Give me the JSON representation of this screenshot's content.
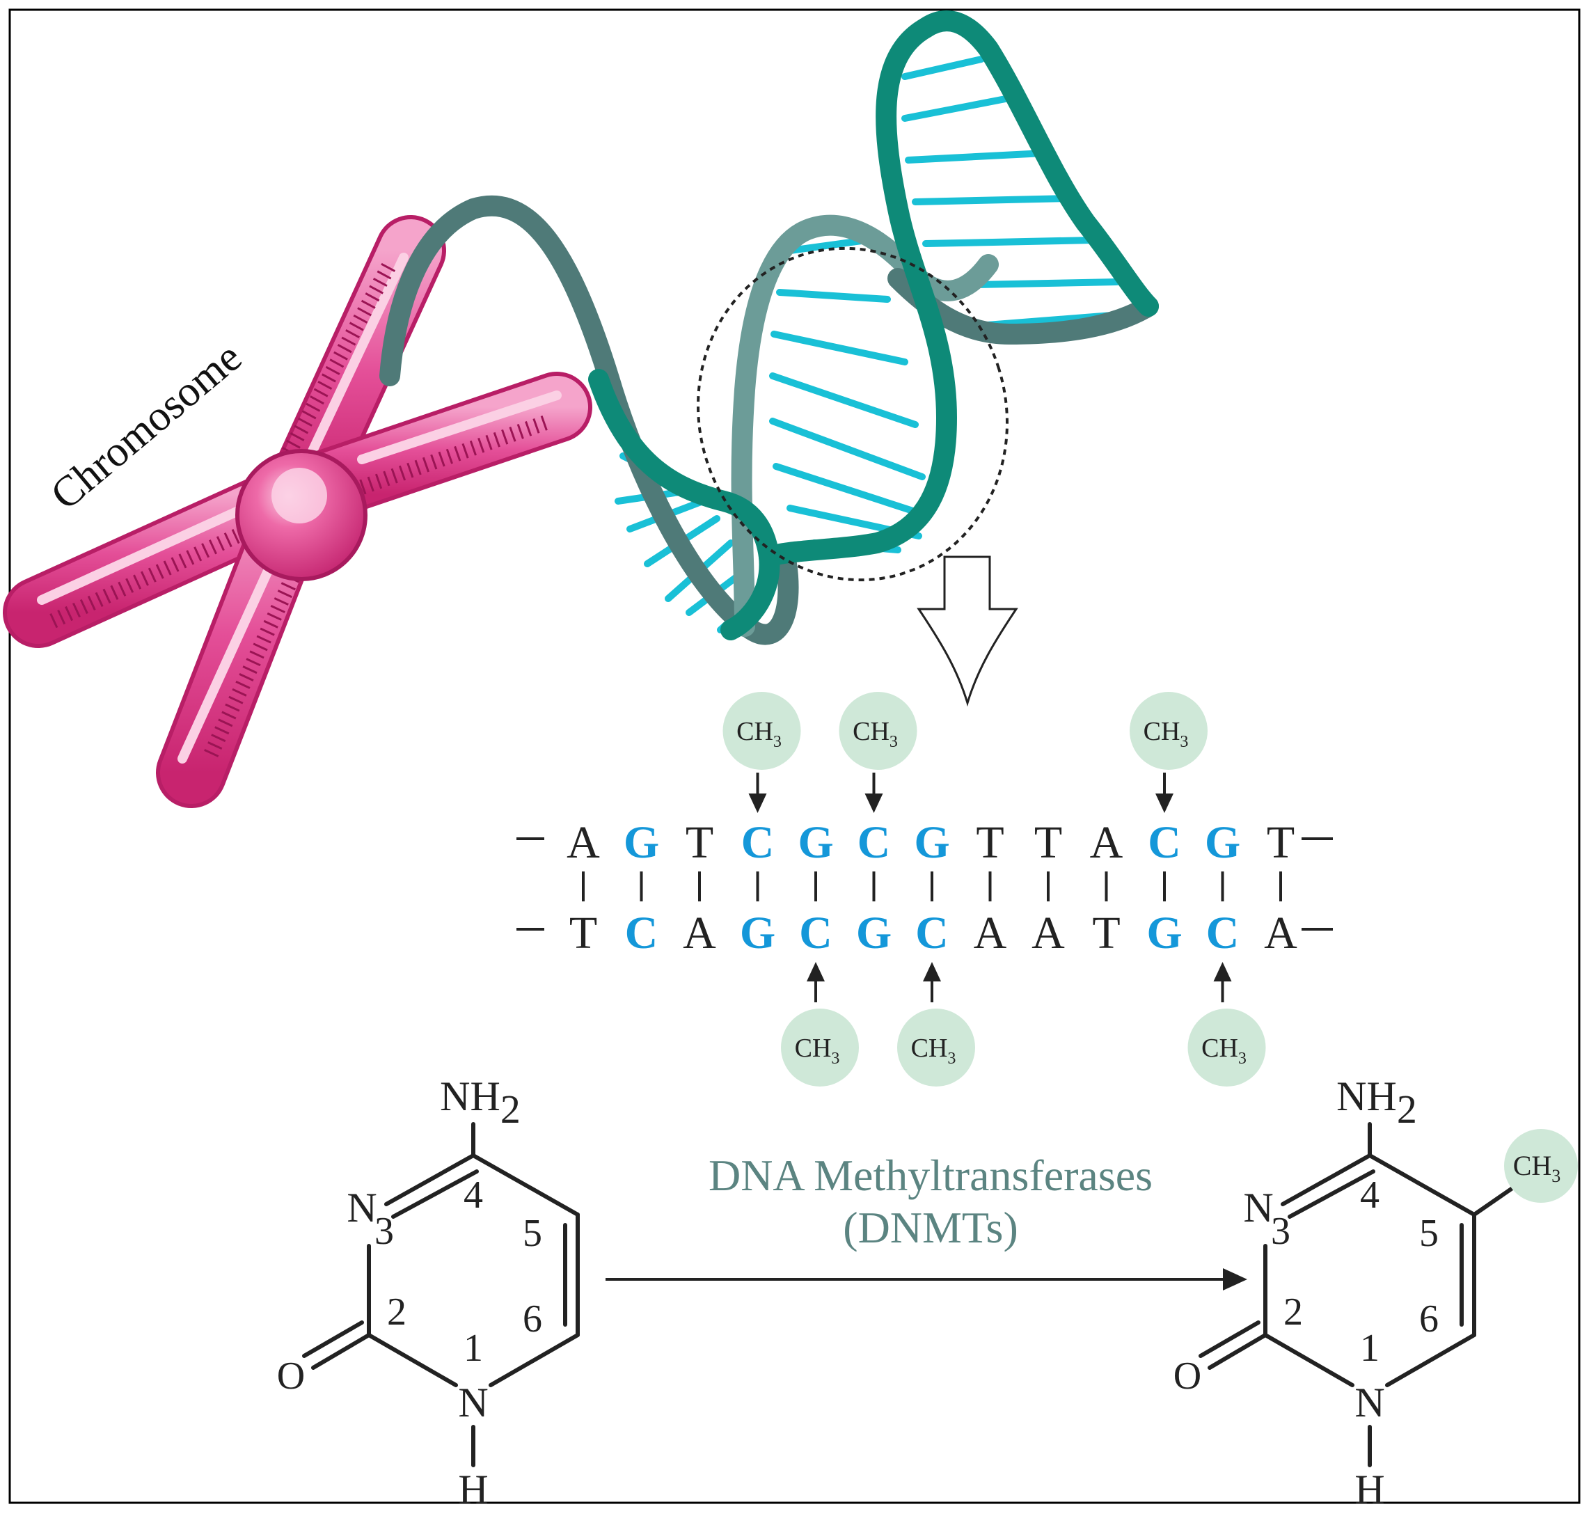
{
  "labels": {
    "chromosome": "Chromosome",
    "methyl": "CH",
    "methyl_sub": "3",
    "enzyme_line1": "DNA Methyltransferases",
    "enzyme_line2": "(DNMTs)"
  },
  "sequence": {
    "top": [
      "A",
      "G",
      "T",
      "C",
      "G",
      "C",
      "G",
      "T",
      "T",
      "A",
      "C",
      "G",
      "T"
    ],
    "bottom": [
      "T",
      "C",
      "A",
      "G",
      "C",
      "G",
      "C",
      "A",
      "A",
      "T",
      "G",
      "C",
      "A"
    ],
    "highlight_top": [
      1,
      3,
      4,
      5,
      6,
      10,
      11
    ],
    "highlight_bottom": [
      1,
      3,
      4,
      5,
      6,
      10,
      11
    ],
    "methylated_top": [
      3,
      5,
      10
    ],
    "methylated_bottom": [
      4,
      6,
      11
    ]
  },
  "cytosine": {
    "amine": "NH",
    "amine_sub": "2",
    "n3": "N",
    "n1": "N",
    "h": "H",
    "o": "O",
    "positions": [
      "1",
      "2",
      "3",
      "4",
      "5",
      "6"
    ]
  },
  "colors": {
    "highlight_base": "#1497d9",
    "methyl_circle": "#cfe8d8",
    "enzyme_text": "#5b8481",
    "chromosome_pink": "#e0408f",
    "dna_dark": "#0e8a78",
    "dna_rung": "#19c0d6"
  }
}
